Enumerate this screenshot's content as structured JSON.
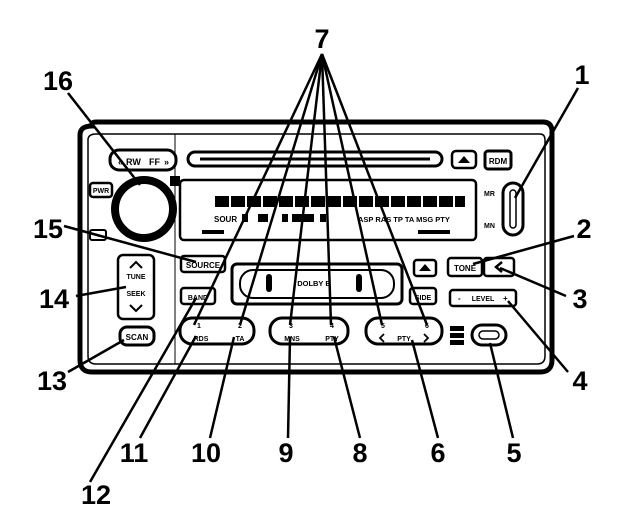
{
  "callouts": {
    "c1": "1",
    "c2": "2",
    "c3": "3",
    "c4": "4",
    "c5": "5",
    "c6": "6",
    "c7": "7",
    "c8": "8",
    "c9": "9",
    "c10": "10",
    "c11": "11",
    "c12": "12",
    "c13": "13",
    "c14": "14",
    "c15": "15",
    "c16": "16"
  },
  "buttons": {
    "rw": "RW",
    "ff": "FF",
    "pwr": "PWR",
    "rdm": "RDM",
    "source": "SOURCE",
    "band": "BAND",
    "scan": "SCAN",
    "tune": "TUNE",
    "seek": "SEEK",
    "tone": "TONE",
    "level": "LEVEL",
    "side": "SIDE",
    "rds": "RDS",
    "ta": "TA",
    "mns": "MNS",
    "pty": "PTY",
    "pty_seek": "PTY"
  },
  "presets": {
    "p1": "1",
    "p2": "2",
    "p3": "3",
    "p4": "4",
    "p5": "5",
    "p6": "6"
  },
  "display": {
    "source_row": "SOUR",
    "indicators": "ASP RAS TP TA MSG PTY",
    "mr": "MR",
    "mn": "MN",
    "cassette": "DOLBY B"
  }
}
